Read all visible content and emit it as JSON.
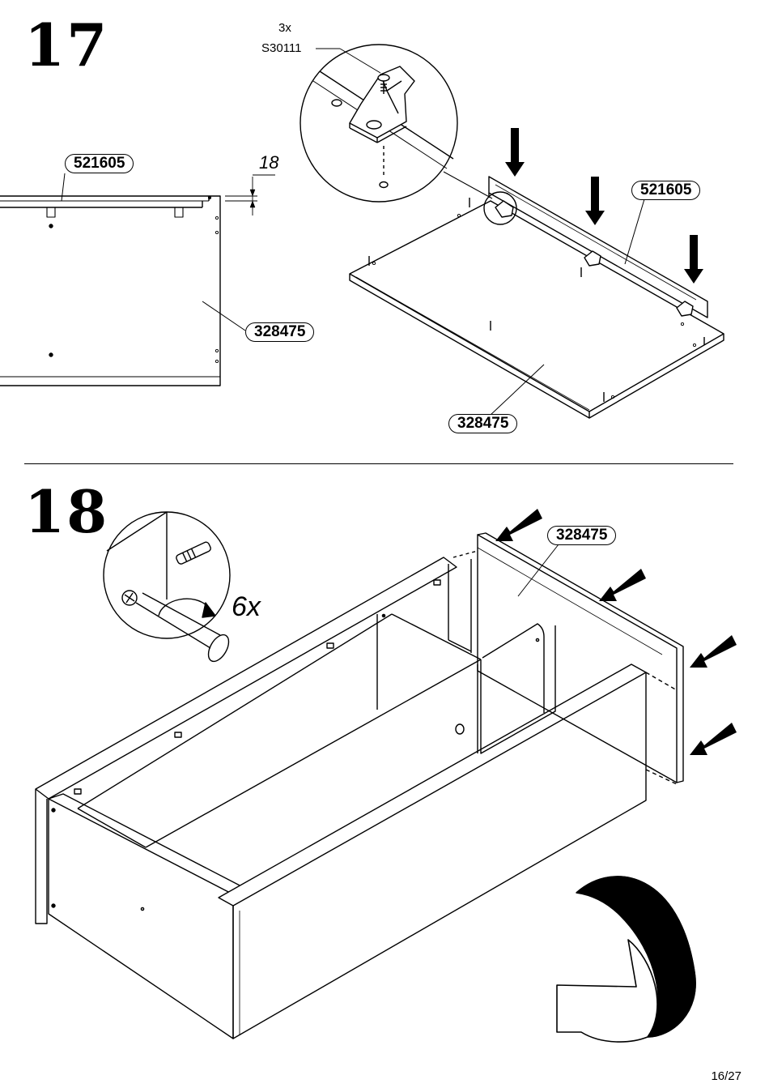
{
  "step17": {
    "number": "17",
    "left_view": {
      "part_top": "521605",
      "part_main": "328475",
      "dimension": "18"
    },
    "detail": {
      "quantity": "3x",
      "hardware_code": "S30111"
    },
    "right_view": {
      "part_top": "521605",
      "part_main": "328475"
    }
  },
  "step18": {
    "number": "18",
    "detail": {
      "quantity": "6x"
    },
    "part_back": "328475"
  },
  "page_number": "16/27"
}
